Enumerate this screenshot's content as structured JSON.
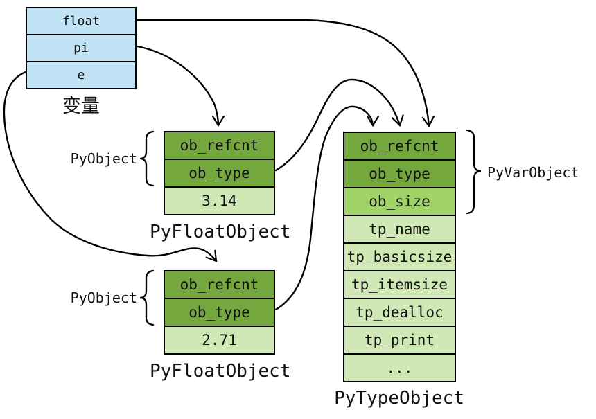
{
  "diagram": {
    "title_hidden": "",
    "colors": {
      "variables_fill": "#c0e3f5",
      "header_green": "#74a83e",
      "size_green": "#a0d468",
      "body_green": "#cfe8b6",
      "border": "#000000",
      "arrow": "#000000"
    },
    "variables_table": {
      "caption": "变量",
      "rows": [
        "float",
        "pi",
        "e"
      ]
    },
    "pyfloat1": {
      "caption": "PyFloatObject",
      "brace_label": "PyObject",
      "rows": [
        "ob_refcnt",
        "ob_type",
        "3.14"
      ]
    },
    "pyfloat2": {
      "caption": "PyFloatObject",
      "brace_label": "PyObject",
      "rows": [
        "ob_refcnt",
        "ob_type",
        "2.71"
      ]
    },
    "pytype": {
      "caption": "PyTypeObject",
      "brace_label": "PyVarObject",
      "rows": [
        "ob_refcnt",
        "ob_type",
        "ob_size",
        "tp_name",
        "tp_basicsize",
        "tp_itemsize",
        "tp_dealloc",
        "tp_print",
        "..."
      ]
    },
    "arrows": [
      {
        "from": "float",
        "to": "PyTypeObject"
      },
      {
        "from": "pi",
        "to": "PyFloatObject 3.14"
      },
      {
        "from": "e",
        "to": "PyFloatObject 2.71"
      },
      {
        "from": "ob_type of 3.14",
        "to": "PyTypeObject"
      },
      {
        "from": "ob_type of 2.71",
        "to": "PyTypeObject"
      }
    ]
  }
}
